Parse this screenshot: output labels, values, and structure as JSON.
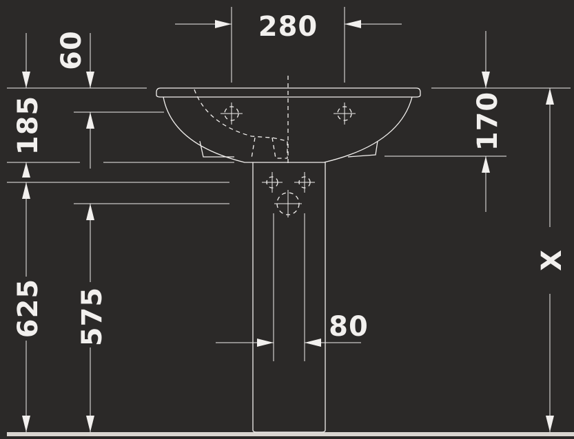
{
  "colors": {
    "background": "#2b2928",
    "lines": "#f2f0ee"
  },
  "dimensions": {
    "basin_top_width": "280",
    "rim_thickness": "60",
    "bowl_depth_left": "185",
    "bowl_depth_right": "170",
    "floor_to_rim": "625",
    "floor_to_outlet": "575",
    "pedestal_width": "80",
    "variable_height": "X"
  }
}
